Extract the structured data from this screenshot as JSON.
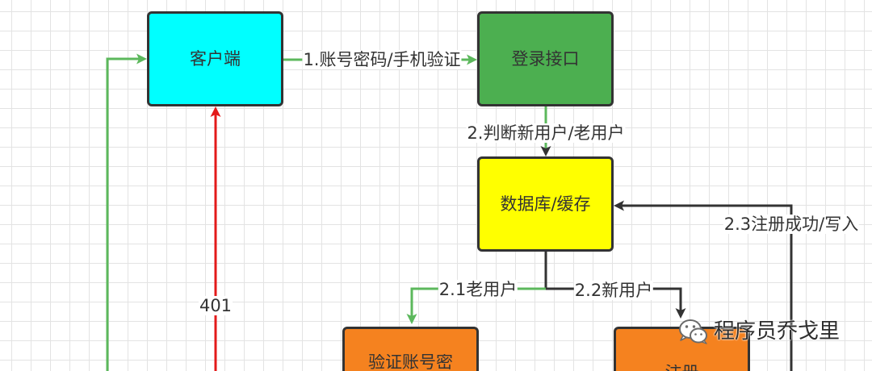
{
  "diagram": {
    "nodes": {
      "client": {
        "label": "客户端",
        "fill": "#00FFFF"
      },
      "login": {
        "label": "登录接口",
        "fill": "#4CAF50"
      },
      "store": {
        "label": "数据库/缓存",
        "fill": "#FFFF00"
      },
      "verify": {
        "label": "验证账号密",
        "fill": "#F5821F"
      },
      "register": {
        "label": "注册",
        "fill": "#F5821F"
      }
    },
    "edges": {
      "client_to_login": {
        "label": "1.账号密码/手机验证"
      },
      "login_to_store": {
        "label": "2.判断新用户/老用户"
      },
      "store_to_verify": {
        "label": "2.1老用户"
      },
      "store_to_register": {
        "label": "2.2新用户"
      },
      "register_to_store": {
        "label": "2.3注册成功/写入"
      },
      "verify_to_client_error": {
        "label": "401"
      }
    },
    "palette": {
      "green": "#5CB85C",
      "red": "#E31A1A",
      "dark": "#333333",
      "border": "#333333"
    }
  },
  "watermark": {
    "icon": "wechat-icon",
    "text": "程序员乔戈里"
  }
}
